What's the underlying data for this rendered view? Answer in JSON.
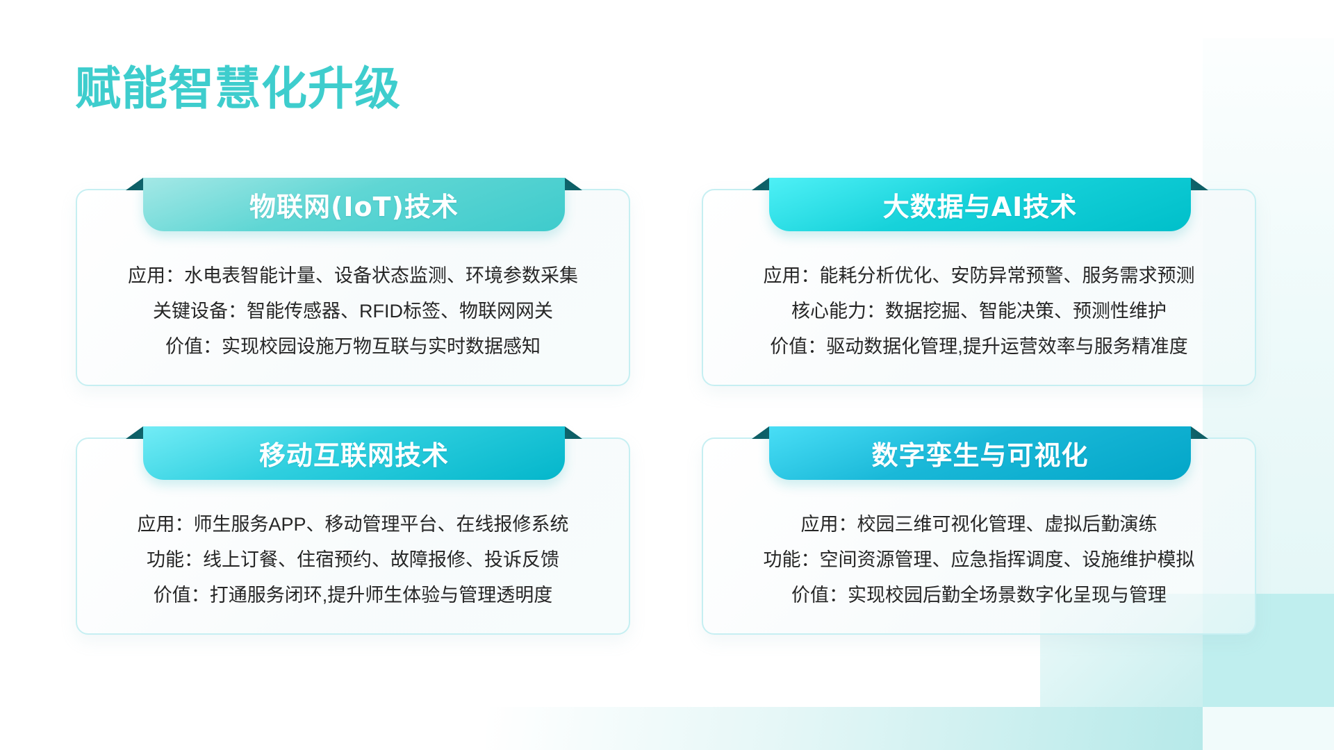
{
  "page": {
    "title": "赋能智慧化升级"
  },
  "colors": {
    "title": "#3ecdcd",
    "fold": "#0e5f66",
    "card_border": "#c6eff2",
    "body_text": "#262626"
  },
  "cards": [
    {
      "title": "物联网(IoT)技术",
      "lines": [
        "应用：水电表智能计量、设备状态监测、环境参数采集",
        "关键设备：智能传感器、RFID标签、物联网网关",
        "价值：实现校园设施万物互联与实时数据感知"
      ]
    },
    {
      "title": "大数据与AI技术",
      "lines": [
        "应用：能耗分析优化、安防异常预警、服务需求预测",
        "核心能力：数据挖掘、智能决策、预测性维护",
        "价值：驱动数据化管理,提升运营效率与服务精准度"
      ]
    },
    {
      "title": "移动互联网技术",
      "lines": [
        "应用：师生服务APP、移动管理平台、在线报修系统",
        "功能：线上订餐、住宿预约、故障报修、投诉反馈",
        "价值：打通服务闭环,提升师生体验与管理透明度"
      ]
    },
    {
      "title": "数字孪生与可视化",
      "lines": [
        "应用：校园三维可视化管理、虚拟后勤演练",
        "功能：空间资源管理、应急指挥调度、设施维护模拟",
        "价值：实现校园后勤全场景数字化呈现与管理"
      ]
    }
  ]
}
